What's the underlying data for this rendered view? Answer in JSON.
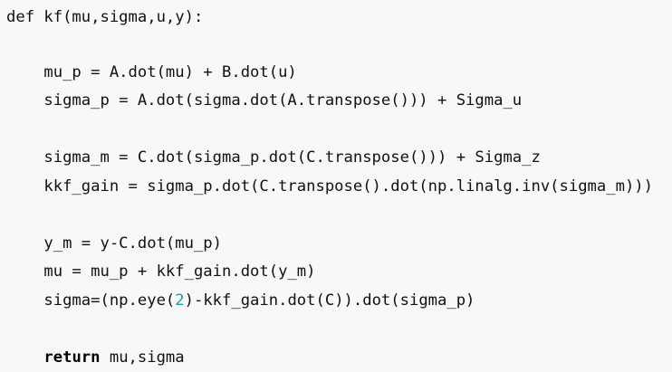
{
  "code": {
    "language": "python",
    "colors": {
      "background": "#f8f8f8",
      "text": "#111111",
      "number": "#1a9a9a"
    },
    "lines": [
      {
        "text": "def kf(mu,sigma,u,y):"
      },
      {
        "text": ""
      },
      {
        "text": "    mu_p = A.dot(mu) + B.dot(u)"
      },
      {
        "text": "    sigma_p = A.dot(sigma.dot(A.transpose())) + Sigma_u"
      },
      {
        "text": ""
      },
      {
        "text": "    sigma_m = C.dot(sigma_p.dot(C.transpose())) + Sigma_z"
      },
      {
        "text": "    kkf_gain = sigma_p.dot(C.transpose().dot(np.linalg.inv(sigma_m)))"
      },
      {
        "text": ""
      },
      {
        "text": "    y_m = y-C.dot(mu_p)"
      },
      {
        "text": "    mu = mu_p + kkf_gain.dot(y_m)"
      },
      {
        "text": "    sigma=(np.eye(",
        "num": "2",
        "rest": ")-kkf_gain.dot(C)).dot(sigma_p)"
      },
      {
        "text": ""
      },
      {
        "indent": "    ",
        "keyword": "return",
        "rest": " mu,sigma"
      }
    ]
  }
}
